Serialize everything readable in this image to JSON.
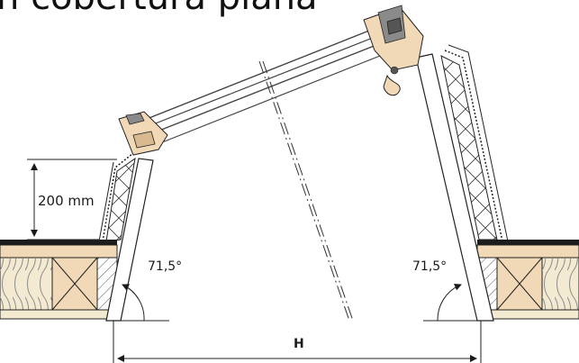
{
  "diagram": {
    "title_fragment": "n cobertura plana",
    "dimension_height": "200 mm",
    "angle_left": "71,5°",
    "angle_right": "71,5°",
    "width_label": "H",
    "colors": {
      "wood": "#f1d9b8",
      "wood_dark": "#d9b98f",
      "insulation": "#f4ead2",
      "hatch": "#2b2b2b",
      "gray_part": "#8a8a8a",
      "glass_line": "#555555"
    }
  }
}
